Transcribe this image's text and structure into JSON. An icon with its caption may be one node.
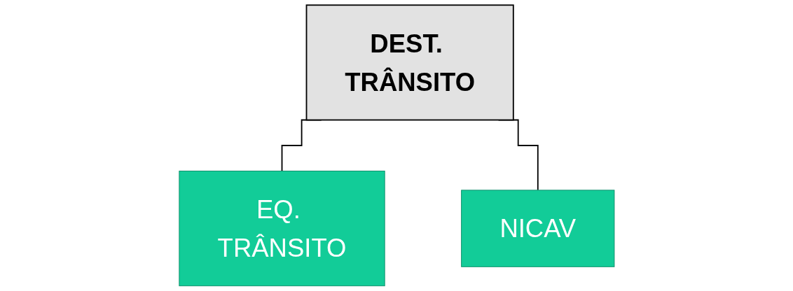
{
  "diagram": {
    "nodes": [
      {
        "text": [
          "DEST. TRÂNSITO"
        ]
      },
      {
        "text": [
          "EQ. TRÂNSITO"
        ]
      },
      {
        "text": [
          "NICAV"
        ]
      }
    ],
    "edges": [
      {
        "from": 0,
        "to": 1,
        "arrow": "none"
      },
      {
        "from": 0,
        "to": 2,
        "arrow": "none"
      }
    ]
  }
}
